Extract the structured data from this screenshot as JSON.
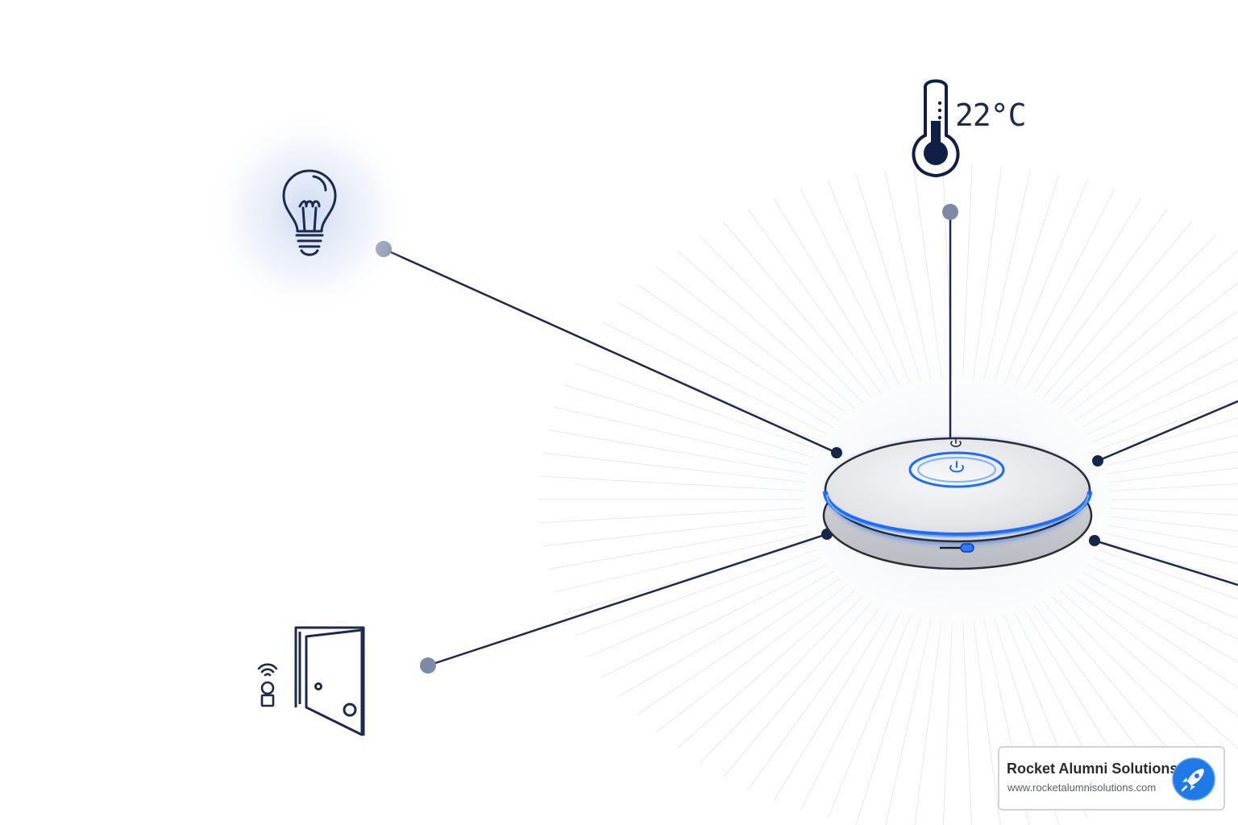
{
  "thermostat": {
    "reading": "22°C"
  },
  "devices": [
    "light-bulb-icon",
    "thermometer-icon",
    "smart-door-icon",
    "smart-lock-icon"
  ],
  "hub": {
    "accent": "#1e6bff",
    "status_led": "#2a7bff"
  },
  "colors": {
    "line": "#1b2a4e",
    "node": "#7d8aa6",
    "body": "#e6e7ea"
  },
  "brand": {
    "name": "Rocket Alumni Solutions",
    "url": "www.rocketalumnisolutions.com",
    "logo_icon": "rocket-icon",
    "logo_color": "#1f7ae8"
  }
}
